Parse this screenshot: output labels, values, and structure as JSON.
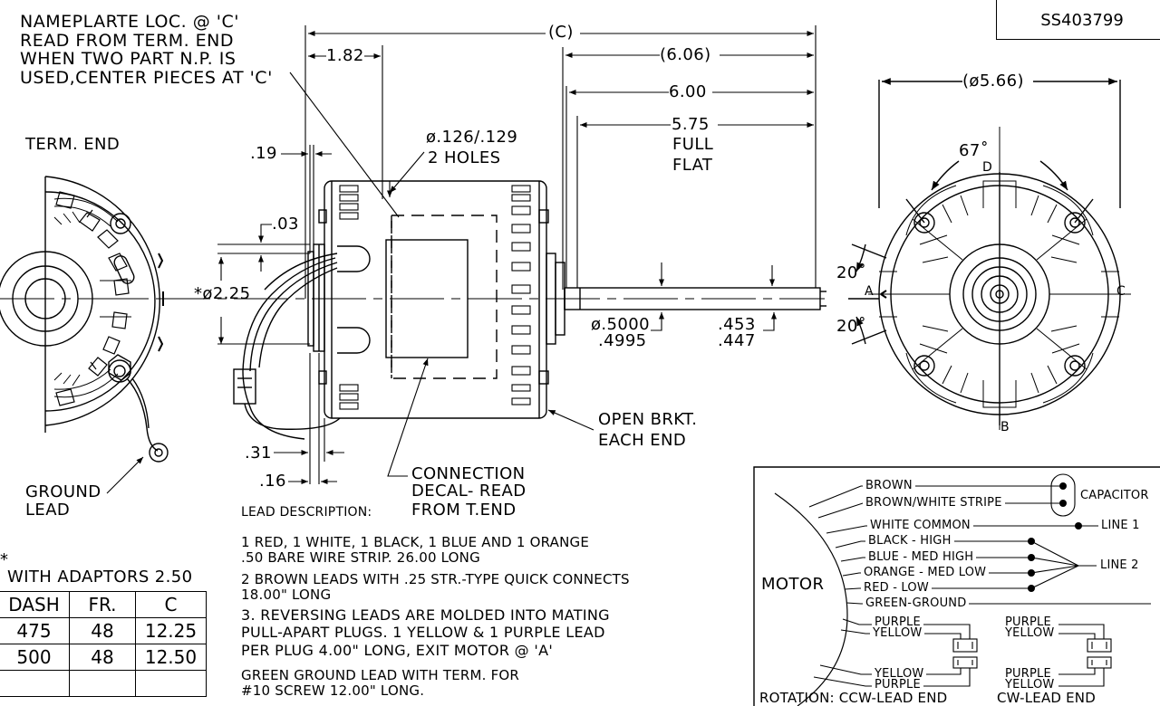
{
  "part_number": "SS403799",
  "nameplate_note": [
    "NAMEPLARTE LOC. @ 'C'",
    "READ  FROM  TERM.  END",
    "WHEN  TWO  PART  N.P.  IS",
    "USED,CENTER  PIECES  AT  'C'"
  ],
  "views": {
    "term_end": "TERM.  END"
  },
  "dims": {
    "C": "(C)",
    "d182": "1.82",
    "d606": "(6.06)",
    "d600": "6.00",
    "d575": "5.75",
    "full_flat": [
      "FULL",
      "FLAT"
    ],
    "hole_dia": "ø.126/.129",
    "holes": "2  HOLES",
    "d019": ".19",
    "d003": ".03",
    "d225": "*ø2.25",
    "shaft_dia": [
      "ø.5000",
      ".4995"
    ],
    "flat_dim": [
      ".453",
      ".447"
    ],
    "d031": ".31",
    "d016": ".16",
    "bolt_circle": "(ø5.66)",
    "angle67": "67˚",
    "angle20a": "20˚",
    "angle20b": "20˚",
    "pos_A": "A",
    "pos_B": "B",
    "pos_C": "C",
    "pos_D": "D"
  },
  "callouts": {
    "open_brkt": [
      "OPEN  BRKT.",
      "EACH  END"
    ],
    "connection_decal": [
      "CONNECTION",
      "DECAL-  READ",
      "FROM  T.END"
    ],
    "ground_lead": [
      "GROUND",
      "LEAD"
    ]
  },
  "lead_description": {
    "heading": "LEAD DESCRIPTION:",
    "items": [
      [
        "1  RED,  1  WHITE,  1  BLACK,  1  BLUE  AND  1  ORANGE",
        ".50  BARE  WIRE  STRIP.  26.00  LONG"
      ],
      [
        "2  BROWN  LEADS  WITH  .25  STR.-TYPE  QUICK  CONNECTS",
        "18.00\"  LONG"
      ],
      [
        "3.  REVERSING  LEADS  ARE  MOLDED  INTO  MATING",
        "PULL-APART  PLUGS.  1  YELLOW  &  1  PURPLE  LEAD",
        "PER  PLUG  4.00\"  LONG,  EXIT  MOTOR  @  'A'"
      ],
      [
        "GREEN  GROUND  LEAD  WITH  TERM.  FOR",
        "#10  SCREW  12.00\"  LONG."
      ]
    ]
  },
  "adaptor_table": {
    "asterisk": "*",
    "note": "WITH  ADAPTORS  2.50",
    "headers": [
      "DASH",
      "FR.",
      "C"
    ],
    "rows": [
      [
        "475",
        "48",
        "12.25"
      ],
      [
        "500",
        "48",
        "12.50"
      ],
      [
        "",
        "",
        ""
      ]
    ]
  },
  "wiring": {
    "motor": "MOTOR",
    "leads": [
      "BROWN",
      "BROWN/WHITE  STRIPE",
      "WHITE  COMMON",
      "BLACK  -  HIGH",
      "BLUE  -  MED HIGH",
      "ORANGE  -  MED LOW",
      "RED  -  LOW",
      "GREEN-GROUND"
    ],
    "capacitor": "CAPACITOR",
    "line1": "LINE  1",
    "line2": "LINE  2",
    "plug_ccw": [
      "PURPLE",
      "YELLOW",
      "YELLOW",
      "PURPLE"
    ],
    "plug_cw": [
      "PURPLE",
      "YELLOW",
      "PURPLE",
      "YELLOW"
    ],
    "rotation_ccw": "ROTATION:  CCW-LEAD  END",
    "rotation_cw": "CW-LEAD  END"
  }
}
